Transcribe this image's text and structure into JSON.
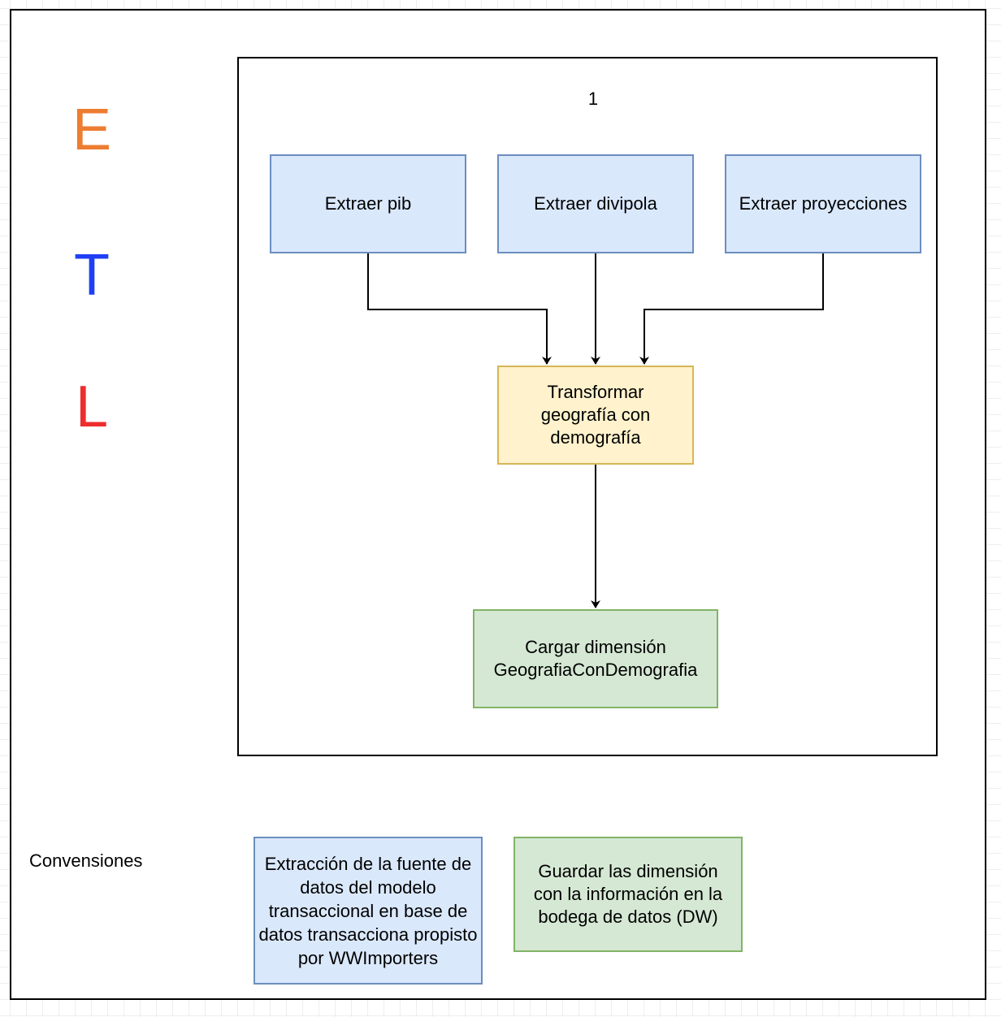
{
  "legend_letters": [
    {
      "text": "E",
      "color": "#ed7d31"
    },
    {
      "text": "T",
      "color": "#1f3ff5"
    },
    {
      "text": "L",
      "color": "#ee2d2d"
    }
  ],
  "process": {
    "number": "1",
    "extract": [
      "Extraer pib",
      "Extraer divipola",
      "Extraer proyecciones"
    ],
    "transform": "Transformar geografía con demografía",
    "load": "Cargar dimensión GeografiaConDemografia"
  },
  "conventions": {
    "title": "Convensiones",
    "extract_desc": "Extracción de la fuente de datos del modelo transaccional en base de datos transacciona propisto por WWImporters",
    "load_desc": "Guardar las dimensión con la información en la bodega de datos (DW)"
  },
  "colors": {
    "extract_fill": "#dae8fc",
    "extract_border": "#6c8ebf",
    "transform_fill": "#fff2cc",
    "transform_border": "#d6b656",
    "load_fill": "#d5e8d4",
    "load_border": "#82b366"
  }
}
